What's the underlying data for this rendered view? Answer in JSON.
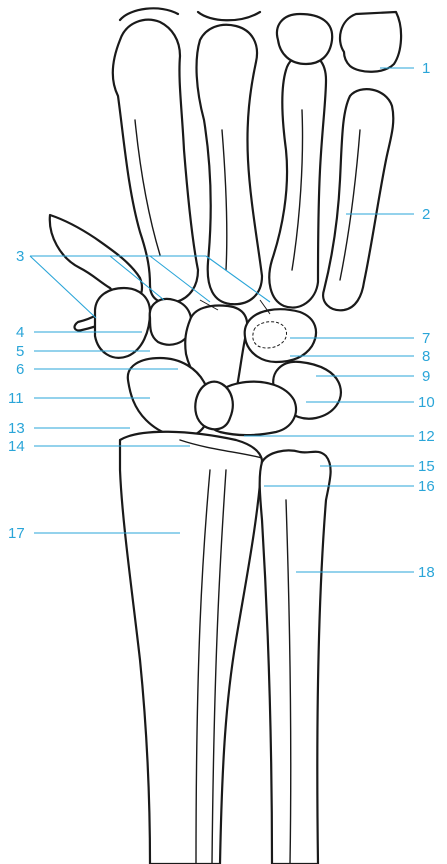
{
  "colors": {
    "label": "#2aa5d8",
    "outline": "#1a1a1a",
    "background": "#ffffff"
  },
  "labels": [
    "1",
    "2",
    "3",
    "4",
    "5",
    "6",
    "7",
    "8",
    "9",
    "10",
    "11",
    "12",
    "13",
    "14",
    "15",
    "16",
    "17",
    "18"
  ]
}
